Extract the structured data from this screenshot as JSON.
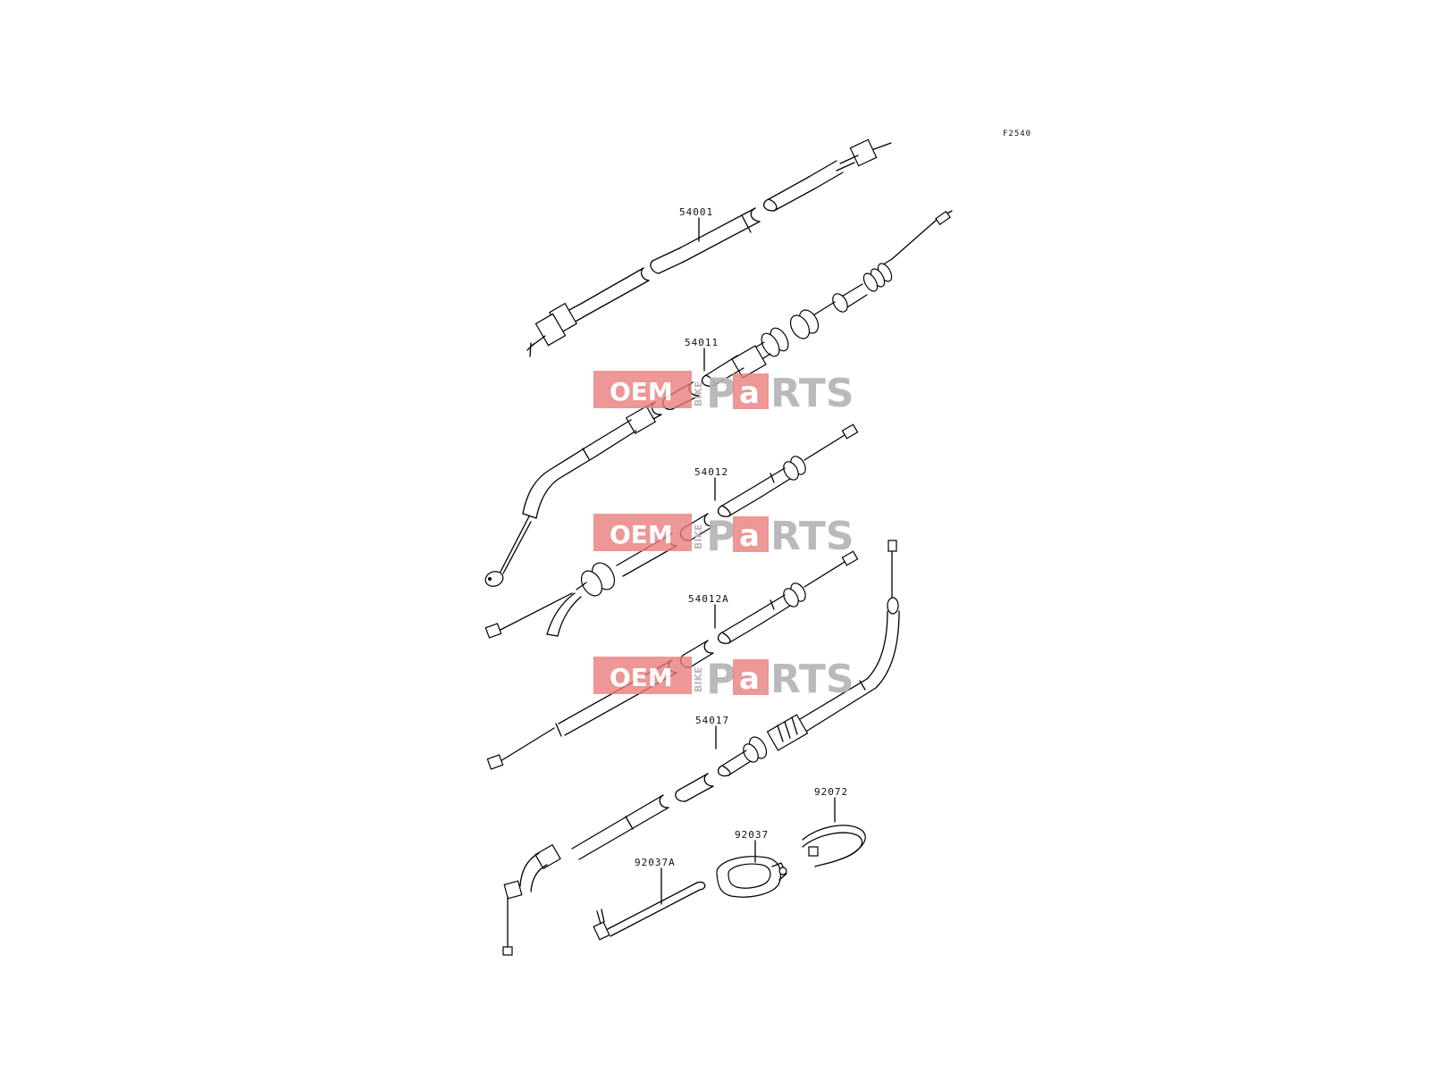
{
  "diagram": {
    "code": "F2540",
    "parts": [
      {
        "number": "54001"
      },
      {
        "number": "54011"
      },
      {
        "number": "54012"
      },
      {
        "number": "54012A"
      },
      {
        "number": "54017"
      },
      {
        "number": "92072"
      },
      {
        "number": "92037"
      },
      {
        "number": "92037A"
      }
    ]
  },
  "watermark": {
    "left": "OEM",
    "small": "BIKE",
    "p": "P",
    "a": "a",
    "right": "RTS",
    "color_red": "#e05a5a",
    "color_gray": "#b5b5b5"
  }
}
